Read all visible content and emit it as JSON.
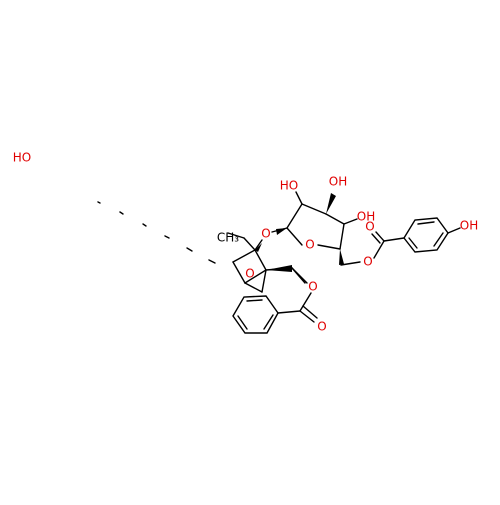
{
  "colors": {
    "oxygen": "#e00000",
    "carbon": "#000000",
    "background": "#ffffff"
  },
  "labels": {
    "ho_far": "HO",
    "ho_sugar_1": "HO",
    "oh_sugar_2": "OH",
    "oh_sugar_3": "OH",
    "oh_phenol": "OH",
    "o_glycosidic": "O",
    "o_ring": "O",
    "o_ester_1": "O",
    "o_carbonyl_1": "O",
    "o_ester_2": "O",
    "o_carbonyl_2": "O",
    "o_bridge": "O",
    "methyl": "CH₃"
  }
}
